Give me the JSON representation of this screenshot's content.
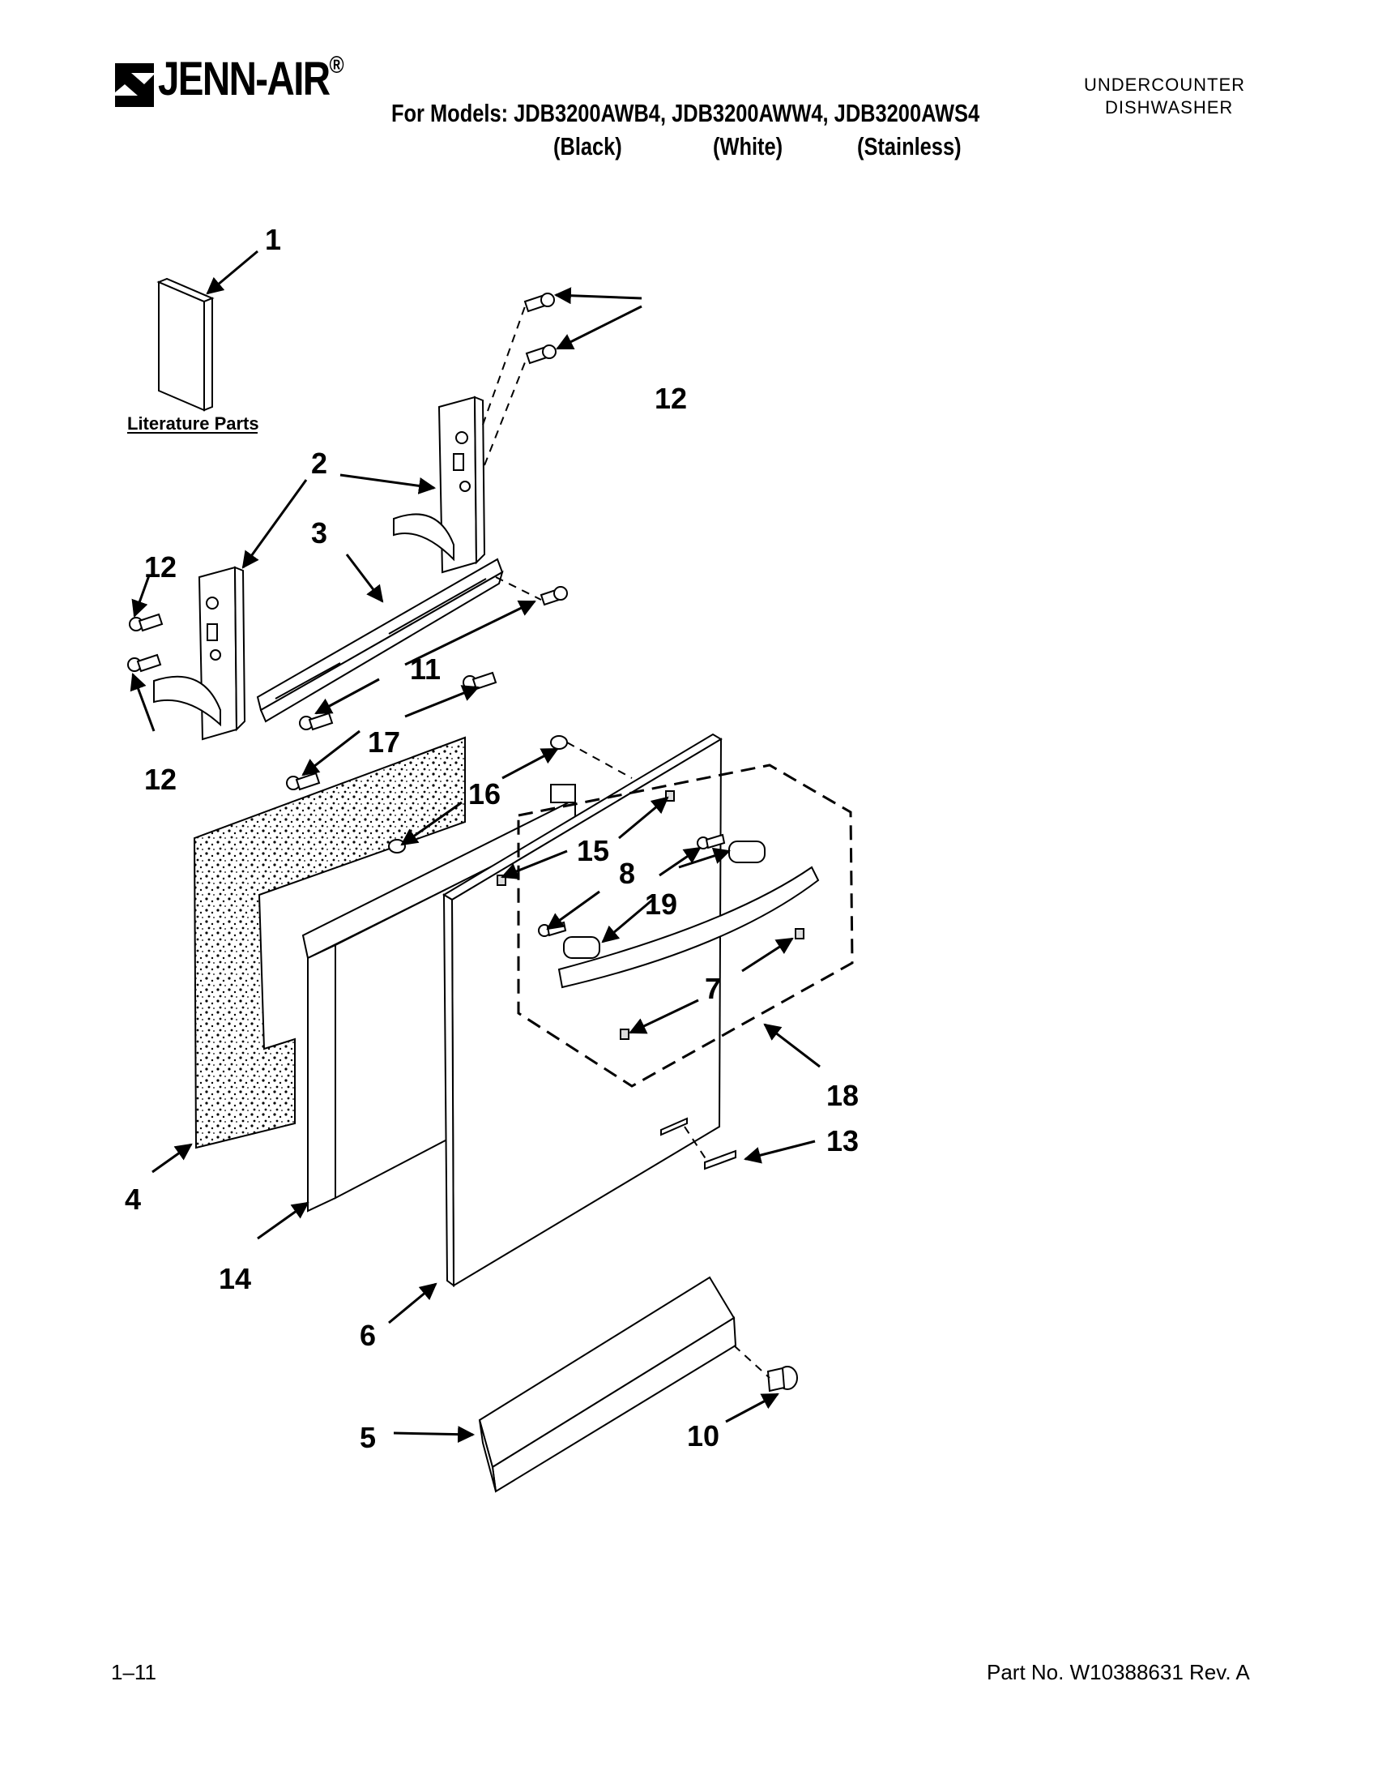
{
  "header": {
    "brand": "JENN-AIR",
    "brand_mark": "®",
    "models_line": "For Models: JDB3200AWB4, JDB3200AWW4, JDB3200AWS4",
    "finishes": [
      "(Black)",
      "(White)",
      "(Stainless)"
    ],
    "product_line1": "UNDERCOUNTER",
    "product_line2": "DISHWASHER"
  },
  "diagram": {
    "literature_label": "Literature Parts",
    "callouts": {
      "c1": "1",
      "c2": "2",
      "c3": "3",
      "c4": "4",
      "c5": "5",
      "c6": "6",
      "c7": "7",
      "c8": "8",
      "c10": "10",
      "c11": "11",
      "c12a": "12",
      "c12b": "12",
      "c12c": "12",
      "c13": "13",
      "c14": "14",
      "c15": "15",
      "c16": "16",
      "c17": "17",
      "c18": "18",
      "c19": "19"
    }
  },
  "footer": {
    "page_number": "1–11",
    "part_number": "Part No. W10388631 Rev. A"
  }
}
